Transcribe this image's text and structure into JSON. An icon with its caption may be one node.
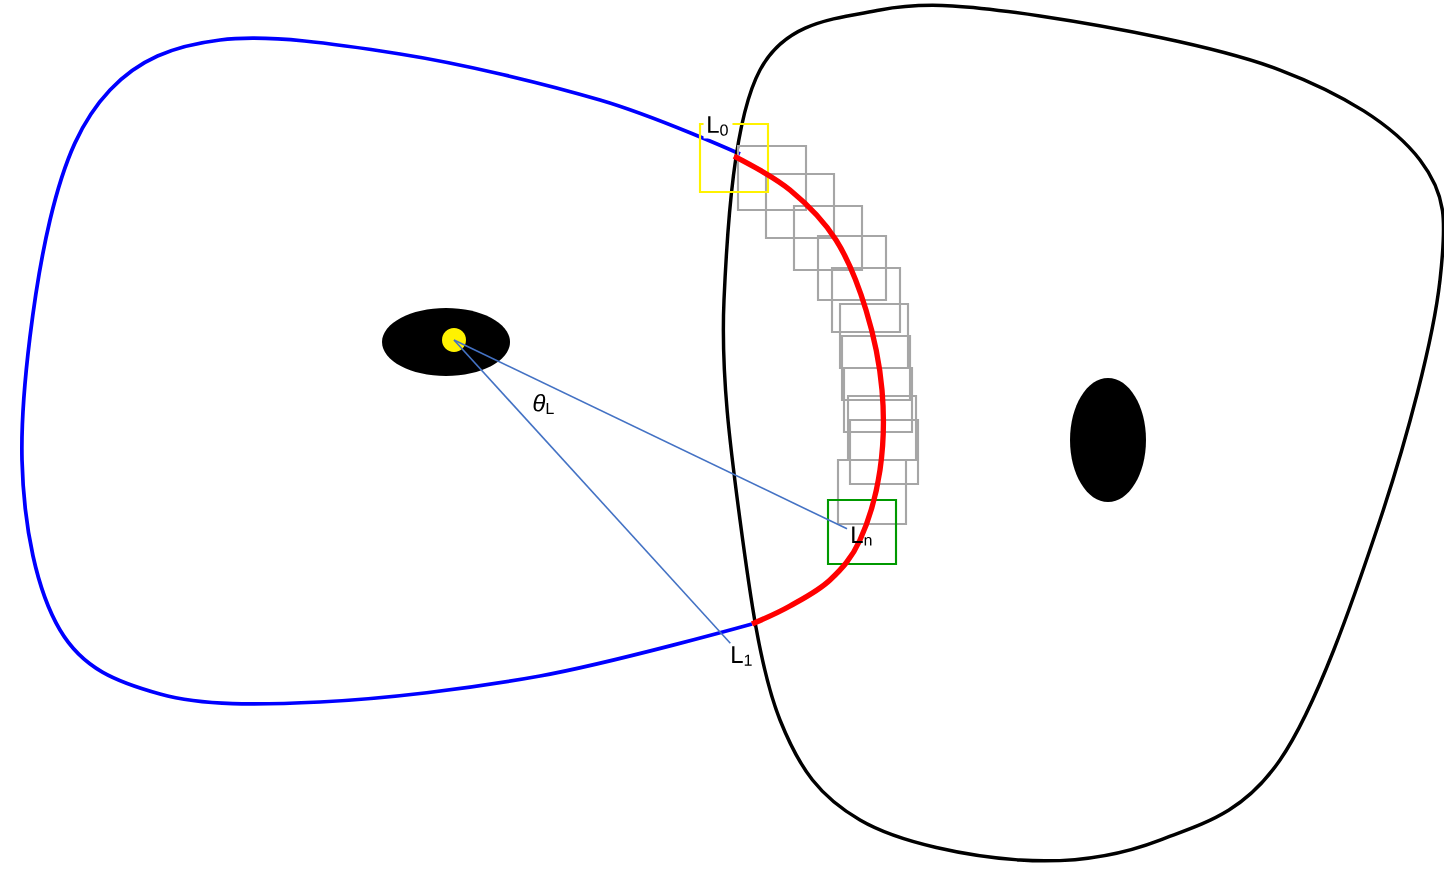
{
  "diagram": {
    "nodes": [
      {
        "text": [],
        "shape": "circle"
      },
      {
        "text": [
          "L$_{0}$"
        ]
      },
      {
        "text": [
          "L$_{1}$"
        ]
      },
      {
        "text": [
          "L$_{n}$"
        ]
      }
    ],
    "edges": [
      {
        "from": 0,
        "to": 2,
        "arrow": "none"
      },
      {
        "from": 0,
        "to": 3,
        "arrow": "none"
      }
    ],
    "labels": [
      "*θ*$_{L}$"
    ]
  }
}
